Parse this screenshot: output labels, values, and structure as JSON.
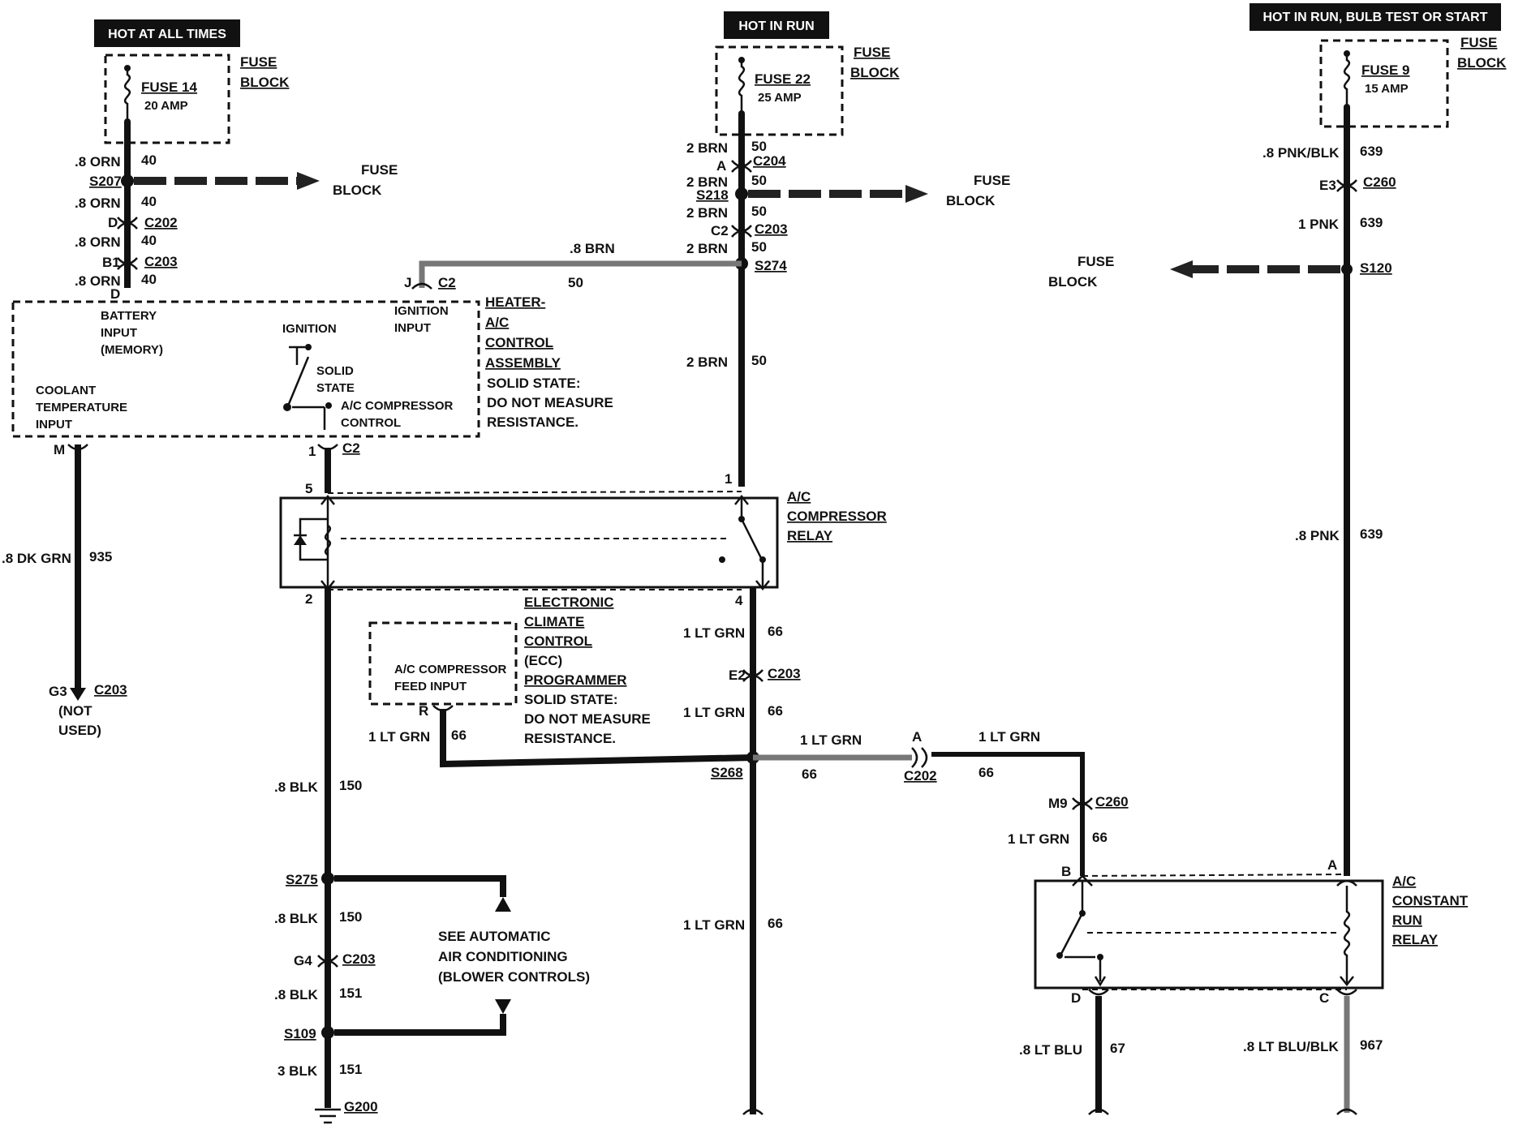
{
  "supplies": {
    "hot_at_all_times": "HOT AT ALL TIMES",
    "hot_in_run": "HOT IN RUN",
    "hot_in_run_bulb_test_or_start": "HOT IN RUN, BULB TEST OR START"
  },
  "fuses": {
    "fuse14": {
      "name": "FUSE 14",
      "rating": "20 AMP"
    },
    "fuse22": {
      "name": "FUSE 22",
      "rating": "25 AMP"
    },
    "fuse9": {
      "name": "FUSE 9",
      "rating": "15 AMP"
    },
    "fuse_label": "FUSE",
    "block_label": "BLOCK"
  },
  "wires": {
    "orn_8": ".8 ORN",
    "circuit_40": "40",
    "brn_2": "2 BRN",
    "brn_8": ".8 BRN",
    "circuit_50": "50",
    "pnk_blk_8": ".8 PNK/BLK",
    "pnk_1": "1 PNK",
    "pnk_8": ".8 PNK",
    "circuit_639": "639",
    "dk_grn_8": ".8 DK GRN",
    "circuit_935": "935",
    "blk_8": ".8 BLK",
    "circuit_150": "150",
    "circuit_151": "151",
    "blk_3": "3 BLK",
    "lt_grn_1": "1 LT GRN",
    "circuit_66": "66",
    "lt_blu_8": ".8 LT BLU",
    "circuit_67": "67",
    "lt_blu_blk_8": ".8 LT BLU/BLK",
    "circuit_967": "967"
  },
  "connectors": {
    "S207": "S207",
    "C202": "C202",
    "C203": "C203",
    "C204": "C204",
    "S218": "S218",
    "S274": "S274",
    "C2": "C2",
    "E3": "E3",
    "C260": "C260",
    "S120": "S120",
    "S268": "S268",
    "S275": "S275",
    "G4": "G4",
    "S109": "S109",
    "G200": "G200",
    "G3": "G3",
    "M9": "M9",
    "E2": "E2",
    "D": "D",
    "B1": "B1",
    "A": "A",
    "J": "J",
    "M": "M",
    "R": "R",
    "B": "B",
    "C": "C",
    "pin1": "1",
    "pin2": "2",
    "pin4": "4",
    "pin5": "5"
  },
  "heater_ac": {
    "battery_input": [
      "BATTERY",
      "INPUT",
      "(MEMORY)"
    ],
    "ignition": "IGNITION",
    "ignition_input": [
      "IGNITION",
      "INPUT"
    ],
    "solid_state": [
      "SOLID",
      "STATE"
    ],
    "ac_compressor_control": [
      "A/C COMPRESSOR",
      "CONTROL"
    ],
    "coolant_temp_input": [
      "COOLANT",
      "TEMPERATURE",
      "INPUT"
    ],
    "title": [
      "HEATER-",
      "A/C",
      "CONTROL",
      "ASSEMBLY"
    ],
    "note": [
      "SOLID STATE:",
      "DO NOT MEASURE",
      "RESISTANCE."
    ]
  },
  "relay": {
    "title": [
      "A/C",
      "COMPRESSOR",
      "RELAY"
    ]
  },
  "ecc": {
    "input": [
      "A/C COMPRESSOR",
      "FEED INPUT"
    ],
    "title": [
      "ELECTRONIC",
      "CLIMATE",
      "CONTROL",
      "(ECC)",
      "PROGRAMMER"
    ],
    "note": [
      "SOLID STATE:",
      "DO NOT MEASURE",
      "RESISTANCE."
    ]
  },
  "not_used": [
    "(NOT",
    "USED)"
  ],
  "see_auto": [
    "SEE AUTOMATIC",
    "AIR CONDITIONING",
    "(BLOWER CONTROLS)"
  ],
  "constant_relay": {
    "title": [
      "A/C",
      "CONSTANT",
      "RUN",
      "RELAY"
    ]
  }
}
